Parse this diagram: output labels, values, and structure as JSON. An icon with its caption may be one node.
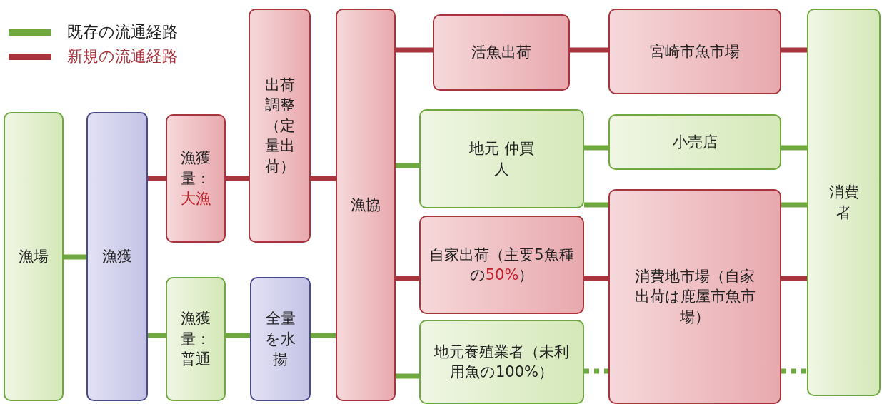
{
  "diagram": {
    "nodes": [
      {
        "text": [
          "漁場"
        ]
      },
      {
        "text": [
          "漁獲"
        ]
      },
      {
        "text": [
          "漁獲量：",
          "大漁"
        ]
      },
      {
        "text": [
          "出荷調整（定量出荷）"
        ]
      },
      {
        "text": [
          "漁獲量：普通"
        ]
      },
      {
        "text": [
          "全量を水揚"
        ]
      },
      {
        "text": [
          "漁協"
        ]
      },
      {
        "text": [
          "活魚出荷"
        ]
      },
      {
        "text": [
          "宮崎市魚市場"
        ]
      },
      {
        "text": [
          "地元 仲買人"
        ]
      },
      {
        "text": [
          "小売店"
        ]
      },
      {
        "text": [
          "自家出荷（主要5魚種の**50%**）"
        ]
      },
      {
        "text": [
          "消費地市場（自家出荷は鹿屋市魚市場）"
        ]
      },
      {
        "text": [
          "地元養殖業者（未利用魚の100%）"
        ]
      },
      {
        "text": [
          "消費者"
        ]
      }
    ],
    "edges": [
      {
        "from": 0,
        "to": 1,
        "arrow": "none"
      },
      {
        "from": 1,
        "to": 2,
        "arrow": "none",
        "color": "#a8353d"
      },
      {
        "from": 2,
        "to": 3,
        "arrow": "none",
        "color": "#a8353d"
      },
      {
        "from": 3,
        "to": 6,
        "arrow": "none",
        "color": "#a8353d"
      },
      {
        "from": 1,
        "to": 4,
        "arrow": "none"
      },
      {
        "from": 4,
        "to": 5,
        "arrow": "none"
      },
      {
        "from": 5,
        "to": 6,
        "arrow": "none"
      },
      {
        "from": 6,
        "to": 7,
        "arrow": "none",
        "color": "#a8353d"
      },
      {
        "from": 7,
        "to": 8,
        "arrow": "none",
        "color": "#a8353d"
      },
      {
        "from": 8,
        "to": 14,
        "arrow": "none",
        "color": "#a8353d"
      },
      {
        "from": 6,
        "to": 9,
        "arrow": "none"
      },
      {
        "from": 9,
        "to": 10,
        "arrow": "none"
      },
      {
        "from": 10,
        "to": 14,
        "arrow": "none"
      },
      {
        "from": 9,
        "to": 12,
        "arrow": "none"
      },
      {
        "from": 12,
        "to": 14,
        "arrow": "none"
      },
      {
        "from": 6,
        "to": 11,
        "arrow": "none",
        "color": "#a8353d"
      },
      {
        "from": 11,
        "to": 12,
        "arrow": "none",
        "color": "#a8353d"
      },
      {
        "from": 12,
        "to": 14,
        "arrow": "none",
        "color": "#a8353d"
      },
      {
        "from": 6,
        "to": 13,
        "arrow": "none"
      },
      {
        "from": 13,
        "to": 12,
        "arrow": "none",
        "style": "dashed"
      },
      {
        "from": 12,
        "to": 14,
        "arrow": "none",
        "style": "dashed"
      }
    ],
    "legend": [
      {
        "text": "既存の流通経路",
        "color": "#6ea83f"
      },
      {
        "text": "新規の流通経路",
        "color": "#a8353d"
      }
    ]
  }
}
